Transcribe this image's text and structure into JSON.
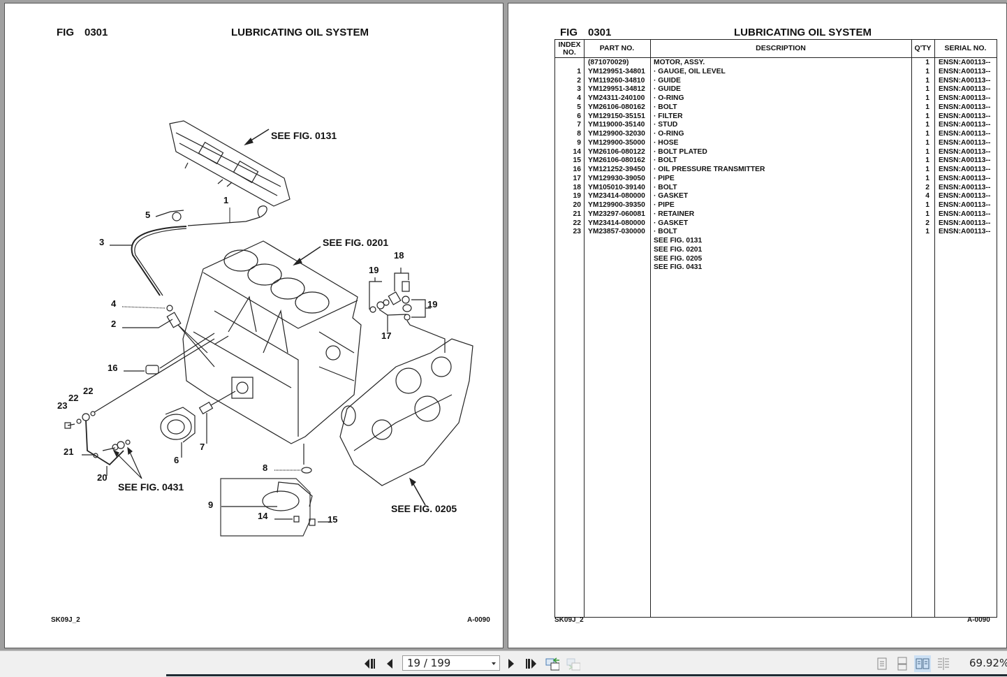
{
  "left_page": {
    "fig_label": "FIG",
    "fig_number": "0301",
    "title": "LUBRICATING OIL SYSTEM",
    "footer_left": "SK09J_2",
    "footer_right": "A-0090",
    "callouts": [
      "1",
      "2",
      "3",
      "4",
      "5",
      "6",
      "7",
      "8",
      "9",
      "14",
      "15",
      "16",
      "17",
      "18",
      "19",
      "19",
      "20",
      "21",
      "22",
      "22",
      "23"
    ],
    "see_figs": [
      "SEE FIG. 0131",
      "SEE FIG. 0201",
      "SEE FIG. 0205",
      "SEE FIG. 0431"
    ]
  },
  "right_page": {
    "fig_label": "FIG",
    "fig_number": "0301",
    "title": "LUBRICATING OIL SYSTEM",
    "footer_left": "SK09J_2",
    "footer_right": "A-0090",
    "table": {
      "headers": {
        "index": "INDEX NO.",
        "part": "PART NO.",
        "description": "DESCRIPTION",
        "qty": "Q'TY",
        "serial": "SERIAL NO."
      },
      "rows": [
        {
          "index": "",
          "part": "(871070029)",
          "description": "MOTOR, ASSY.",
          "qty": "1",
          "serial": "ENSN:A00113--"
        },
        {
          "index": "1",
          "part": "YM129951-34801",
          "description": "·  GAUGE, OIL LEVEL",
          "qty": "1",
          "serial": "ENSN:A00113--"
        },
        {
          "index": "2",
          "part": "YM119260-34810",
          "description": "·  GUIDE",
          "qty": "1",
          "serial": "ENSN:A00113--"
        },
        {
          "index": "3",
          "part": "YM129951-34812",
          "description": "·  GUIDE",
          "qty": "1",
          "serial": "ENSN:A00113--"
        },
        {
          "index": "4",
          "part": "YM24311-240100",
          "description": "·  O-RING",
          "qty": "1",
          "serial": "ENSN:A00113--"
        },
        {
          "index": "5",
          "part": "YM26106-080162",
          "description": "·  BOLT",
          "qty": "1",
          "serial": "ENSN:A00113--"
        },
        {
          "index": "6",
          "part": "YM129150-35151",
          "description": "·  FILTER",
          "qty": "1",
          "serial": "ENSN:A00113--"
        },
        {
          "index": "7",
          "part": "YM119000-35140",
          "description": "·  STUD",
          "qty": "1",
          "serial": "ENSN:A00113--"
        },
        {
          "index": "8",
          "part": "YM129900-32030",
          "description": "·  O-RING",
          "qty": "1",
          "serial": "ENSN:A00113--"
        },
        {
          "index": "9",
          "part": "YM129900-35000",
          "description": "·  HOSE",
          "qty": "1",
          "serial": "ENSN:A00113--"
        },
        {
          "index": "14",
          "part": "YM26106-080122",
          "description": "·  BOLT PLATED",
          "qty": "1",
          "serial": "ENSN:A00113--"
        },
        {
          "index": "15",
          "part": "YM26106-080162",
          "description": "·  BOLT",
          "qty": "1",
          "serial": "ENSN:A00113--"
        },
        {
          "index": "16",
          "part": "YM121252-39450",
          "description": "·  OIL PRESSURE TRANSMITTER",
          "qty": "1",
          "serial": "ENSN:A00113--"
        },
        {
          "index": "17",
          "part": "YM129930-39050",
          "description": "·  PIPE",
          "qty": "1",
          "serial": "ENSN:A00113--"
        },
        {
          "index": "18",
          "part": "YM105010-39140",
          "description": "·  BOLT",
          "qty": "2",
          "serial": "ENSN:A00113--"
        },
        {
          "index": "19",
          "part": "YM23414-080000",
          "description": "·  GASKET",
          "qty": "4",
          "serial": "ENSN:A00113--"
        },
        {
          "index": "20",
          "part": "YM129900-39350",
          "description": "·  PIPE",
          "qty": "1",
          "serial": "ENSN:A00113--"
        },
        {
          "index": "21",
          "part": "YM23297-060081",
          "description": "·  RETAINER",
          "qty": "1",
          "serial": "ENSN:A00113--"
        },
        {
          "index": "22",
          "part": "YM23414-080000",
          "description": "·  GASKET",
          "qty": "2",
          "serial": "ENSN:A00113--"
        },
        {
          "index": "23",
          "part": "YM23857-030000",
          "description": "·  BOLT",
          "qty": "1",
          "serial": "ENSN:A00113--"
        },
        {
          "index": "",
          "part": "",
          "description": "SEE FIG. 0131",
          "qty": "",
          "serial": ""
        },
        {
          "index": "",
          "part": "",
          "description": "SEE FIG. 0201",
          "qty": "",
          "serial": ""
        },
        {
          "index": "",
          "part": "",
          "description": "SEE FIG. 0205",
          "qty": "",
          "serial": ""
        },
        {
          "index": "",
          "part": "",
          "description": "SEE FIG. 0431",
          "qty": "",
          "serial": ""
        }
      ]
    }
  },
  "toolbar": {
    "first_page_icon": "skip-first-icon",
    "prev_page_icon": "prev-icon",
    "page_indicator": "19 / 199",
    "next_page_icon": "next-icon",
    "last_page_icon": "skip-last-icon",
    "zoom_level": "69.92%",
    "view_modes": [
      "single-page",
      "continuous",
      "two-page",
      "two-page-continuous"
    ],
    "active_view_mode": "two-page"
  }
}
